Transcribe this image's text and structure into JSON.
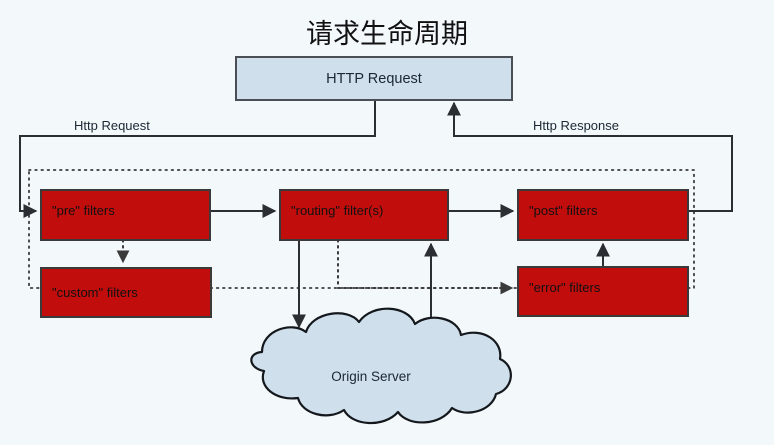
{
  "page": {
    "title": "请求生命周期",
    "background_color": "#f3f8fb"
  },
  "colors": {
    "filter_box_fill": "#c20d0d",
    "filter_box_border": "#3a3a3a",
    "request_box_fill": "#cfdfec",
    "request_box_border": "#4a4f55",
    "cloud_fill": "#cfdfec",
    "cloud_border": "#14181c",
    "line": "#2b2f33"
  },
  "nodes": {
    "http_request": {
      "label": "HTTP Request",
      "type": "blue-box"
    },
    "pre_filters": {
      "label": "\"pre\" filters",
      "type": "red-box"
    },
    "routing_filters": {
      "label": "\"routing\" filter(s)",
      "type": "red-box"
    },
    "post_filters": {
      "label": "\"post\" filters",
      "type": "red-box"
    },
    "custom_filters": {
      "label": "\"custom\" filters",
      "type": "red-box"
    },
    "error_filters": {
      "label": "\"error\" filters",
      "type": "red-box"
    },
    "origin_server": {
      "label": "Origin Server",
      "type": "cloud"
    }
  },
  "edges": {
    "http_request_label": "Http Request",
    "http_response_label": "Http Response"
  },
  "chart_data": {
    "type": "diagram",
    "title": "请求生命周期",
    "nodes": [
      {
        "id": "http_request",
        "label": "HTTP Request",
        "shape": "rect",
        "fill": "#cfdfec"
      },
      {
        "id": "pre_filters",
        "label": "\"pre\" filters",
        "shape": "rect",
        "fill": "#c20d0d"
      },
      {
        "id": "routing_filters",
        "label": "\"routing\" filter(s)",
        "shape": "rect",
        "fill": "#c20d0d"
      },
      {
        "id": "post_filters",
        "label": "\"post\" filters",
        "shape": "rect",
        "fill": "#c20d0d"
      },
      {
        "id": "custom_filters",
        "label": "\"custom\" filters",
        "shape": "rect",
        "fill": "#c20d0d"
      },
      {
        "id": "error_filters",
        "label": "\"error\" filters",
        "shape": "rect",
        "fill": "#c20d0d"
      },
      {
        "id": "origin_server",
        "label": "Origin Server",
        "shape": "cloud",
        "fill": "#cfdfec"
      }
    ],
    "links": [
      {
        "from": "http_request",
        "to": "pre_filters",
        "label": "Http Request",
        "style": "solid"
      },
      {
        "from": "pre_filters",
        "to": "routing_filters",
        "label": "",
        "style": "solid"
      },
      {
        "from": "routing_filters",
        "to": "post_filters",
        "label": "",
        "style": "solid"
      },
      {
        "from": "post_filters",
        "to": "http_request",
        "label": "Http Response",
        "style": "solid"
      },
      {
        "from": "routing_filters",
        "to": "origin_server",
        "label": "",
        "style": "solid"
      },
      {
        "from": "origin_server",
        "to": "post_filters",
        "label": "",
        "style": "solid"
      },
      {
        "from": "pre_filters",
        "to": "custom_filters",
        "label": "",
        "style": "dotted"
      },
      {
        "from": "routing_filters",
        "to": "error_filters",
        "label": "",
        "style": "dotted"
      },
      {
        "from": "error_filters",
        "to": "post_filters",
        "label": "",
        "style": "solid"
      }
    ],
    "groups": [
      {
        "label": "",
        "contains": [
          "pre_filters",
          "routing_filters",
          "post_filters"
        ],
        "style": "dotted-rect"
      }
    ]
  }
}
